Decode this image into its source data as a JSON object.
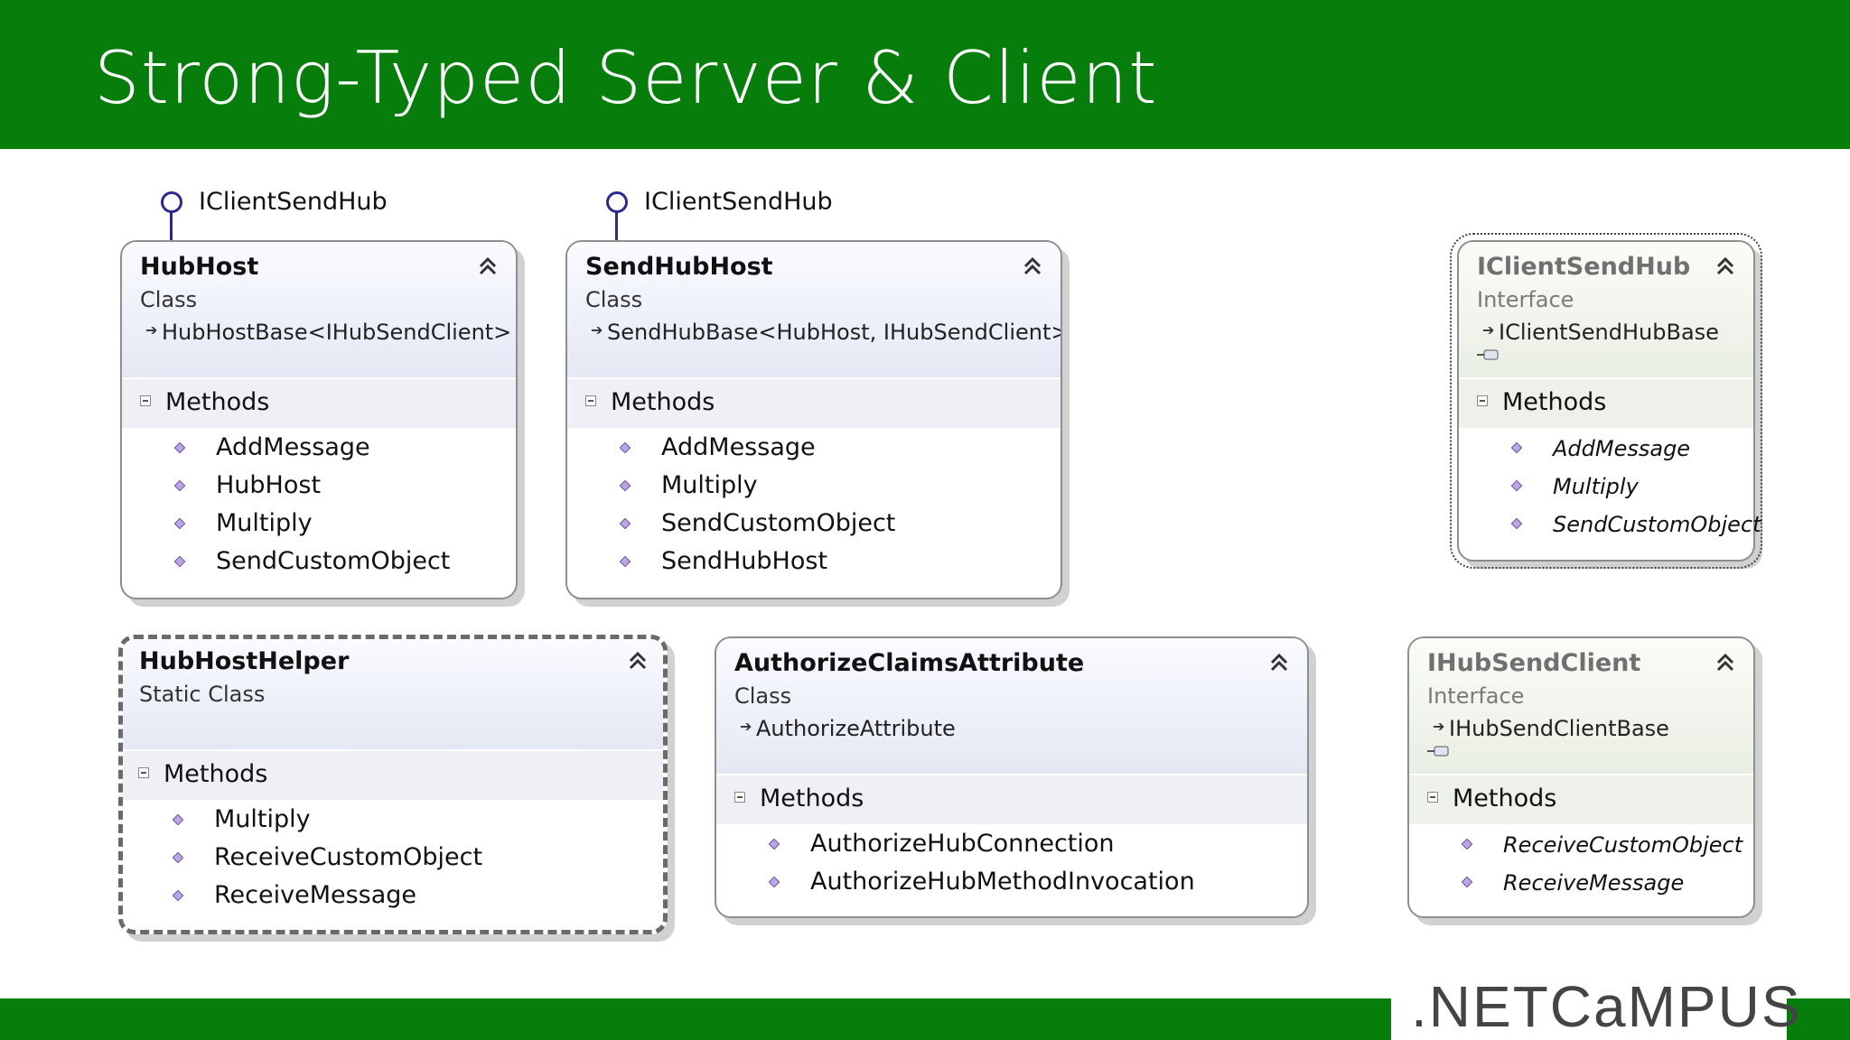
{
  "slide": {
    "title": "Strong-Typed Server & Client"
  },
  "footer": {
    "logo_text": ".NETCaMPUS"
  },
  "lollipops": [
    {
      "label": "IClientSendHub"
    },
    {
      "label": "IClientSendHub"
    }
  ],
  "classes": {
    "hubhost": {
      "name": "HubHost",
      "kind": "Class",
      "base": "HubHostBase<IHubSendClient>",
      "section": "Methods",
      "methods": [
        "AddMessage",
        "HubHost",
        "Multiply",
        "SendCustomObject"
      ]
    },
    "sendhubhost": {
      "name": "SendHubHost",
      "kind": "Class",
      "base": "SendHubBase<HubHost, IHubSendClient>",
      "section": "Methods",
      "methods": [
        "AddMessage",
        "Multiply",
        "SendCustomObject",
        "SendHubHost"
      ]
    },
    "iclientsendhub": {
      "name": "IClientSendHub",
      "kind": "Interface",
      "base": "IClientSendHubBase",
      "section": "Methods",
      "methods": [
        "AddMessage",
        "Multiply",
        "SendCustomObject"
      ]
    },
    "hubhosthelper": {
      "name": "HubHostHelper",
      "kind": "Static Class",
      "section": "Methods",
      "methods": [
        "Multiply",
        "ReceiveCustomObject",
        "ReceiveMessage"
      ]
    },
    "authorize": {
      "name": "AuthorizeClaimsAttribute",
      "kind": "Class",
      "base": "AuthorizeAttribute",
      "section": "Methods",
      "methods": [
        "AuthorizeHubConnection",
        "AuthorizeHubMethodInvocation"
      ]
    },
    "ihubsendclient": {
      "name": "IHubSendClient",
      "kind": "Interface",
      "base": "IHubSendClientBase",
      "section": "Methods",
      "methods": [
        "ReceiveCustomObject",
        "ReceiveMessage"
      ]
    }
  },
  "colors": {
    "brand_green": "#077d0c",
    "lollipop": "#2a2a8a"
  }
}
